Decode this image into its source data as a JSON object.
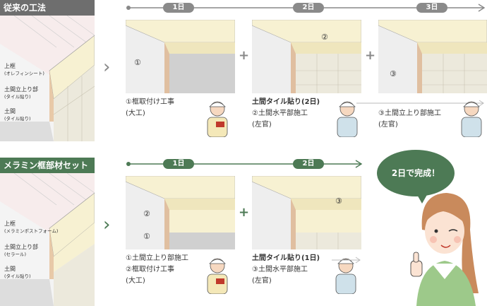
{
  "sections": {
    "old": {
      "title": "従来の工法",
      "labels": {
        "frame": "上框",
        "frame_sub": "(オレフィンシート)",
        "riser": "土間立上り部",
        "riser_sub": "(タイル貼り)",
        "floor": "土間",
        "floor_sub": "(タイル貼り)"
      },
      "days": [
        "1日",
        "2日",
        "3日"
      ],
      "steps": [
        {
          "marker": "①",
          "line1": "①框取付け工事",
          "line2": "(大工)"
        },
        {
          "marker": "②",
          "heading": "土間タイル貼り(2日)",
          "line1": "②土間水平部施工",
          "line2": "(左官)"
        },
        {
          "marker": "③",
          "line1": "③土間立上り部施工",
          "line2": "(左官)"
        }
      ]
    },
    "new": {
      "title": "メラミン框部材セット",
      "labels": {
        "frame": "上框",
        "frame_sub": "(メラミンポストフォーム)",
        "riser": "土間立上り部",
        "riser_sub": "(セラール)",
        "floor": "土間",
        "floor_sub": "(タイル貼り)"
      },
      "days": [
        "1日",
        "2日"
      ],
      "steps": [
        {
          "marker_a": "②",
          "marker_b": "①",
          "line1": "①土間立上り部施工",
          "line2": "②框取付け工事",
          "line3": "(大工)"
        },
        {
          "marker": "③",
          "heading": "土間タイル貼り(1日)",
          "line1": "③土間水平部施工",
          "line2": "(左官)"
        }
      ]
    }
  },
  "bubble": "2日で完成！",
  "colors": {
    "old": "#6e6e6e",
    "new": "#4d7a55",
    "wood": "#f7f1d2",
    "tile": "#ece9dc",
    "floor": "#d8d8d8"
  }
}
